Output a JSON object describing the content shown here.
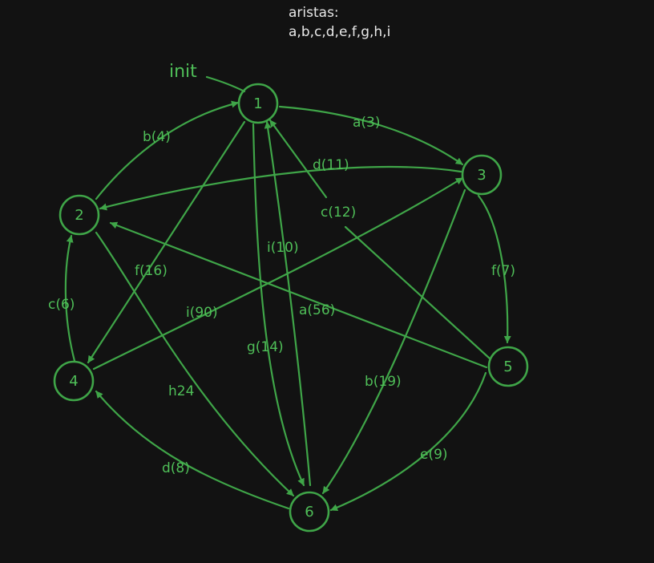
{
  "header": {
    "title": "aristas:",
    "edge_list": "a,b,c,d,e,f,g,h,i"
  },
  "colors": {
    "background": "#121212",
    "graph": "#3fa548",
    "label": "#4fbf58",
    "heading": "#e8e8e8"
  },
  "start_label": "init",
  "nodes": [
    {
      "id": "1",
      "label": "1"
    },
    {
      "id": "2",
      "label": "2"
    },
    {
      "id": "3",
      "label": "3"
    },
    {
      "id": "4",
      "label": "4"
    },
    {
      "id": "5",
      "label": "5"
    },
    {
      "id": "6",
      "label": "6"
    }
  ],
  "edges": [
    {
      "id": "e1",
      "from": "1",
      "to": "3",
      "label": "a(3)"
    },
    {
      "id": "e2",
      "from": "2",
      "to": "1",
      "label": "b(4)"
    },
    {
      "id": "e3",
      "from": "3",
      "to": "2",
      "label": "d(11)"
    },
    {
      "id": "e4",
      "from": "5",
      "to": "1",
      "label": "c(12)"
    },
    {
      "id": "e5",
      "from": "3",
      "to": "5",
      "label": "f(7)"
    },
    {
      "id": "e6",
      "from": "1",
      "to": "4",
      "label": "f(16)"
    },
    {
      "id": "e7",
      "from": "4",
      "to": "2",
      "label": "c(6)"
    },
    {
      "id": "e8",
      "from": "4",
      "to": "3",
      "label": "i(90)"
    },
    {
      "id": "e9",
      "from": "5",
      "to": "2",
      "label": "a(56)"
    },
    {
      "id": "e10",
      "from": "6",
      "to": "1",
      "label": "i(10)"
    },
    {
      "id": "e11",
      "from": "1",
      "to": "6",
      "label": "g(14)"
    },
    {
      "id": "e12",
      "from": "2",
      "to": "6",
      "label": "h24"
    },
    {
      "id": "e13",
      "from": "3",
      "to": "6",
      "label": "b(19)"
    },
    {
      "id": "e14",
      "from": "5",
      "to": "6",
      "label": "e(9)"
    },
    {
      "id": "e15",
      "from": "6",
      "to": "4",
      "label": "d(8)"
    }
  ]
}
